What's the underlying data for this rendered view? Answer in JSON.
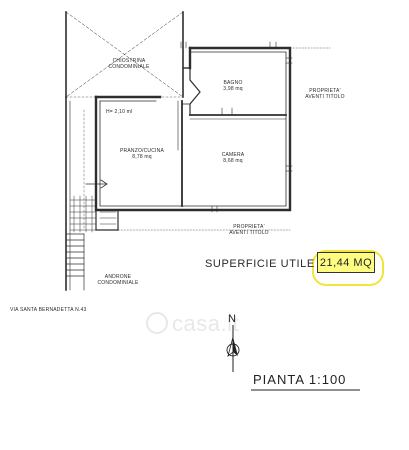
{
  "rooms": {
    "chiostrina": [
      "CHIOSTRINA",
      "CONDOMINIALE"
    ],
    "bagno": [
      "BAGNO",
      "3,98 mq"
    ],
    "pranzo": [
      "PRANZO/CUCINA",
      "8,78 mq"
    ],
    "camera": [
      "CAMERA",
      "8,68 mq"
    ],
    "height": "H= 2,10 ml"
  },
  "neighbors": {
    "top": [
      "PROPRIETA'",
      "AVENTI TITOLO"
    ],
    "bottom": [
      "PROPRIETA'",
      "AVENTI TITOLO"
    ]
  },
  "androne": [
    "ANDRONE",
    "CONDOMINIALE"
  ],
  "address": "VIA SANTA BERNADETTA N.43",
  "surface": {
    "label": "SUPERFICIE UTILE =",
    "value": "21,44 MQ",
    "highlight_color": "#f2e43a",
    "fill_color": "#fffc82"
  },
  "north": "N",
  "scale": "PIANTA 1:100",
  "watermark": "casa.it"
}
